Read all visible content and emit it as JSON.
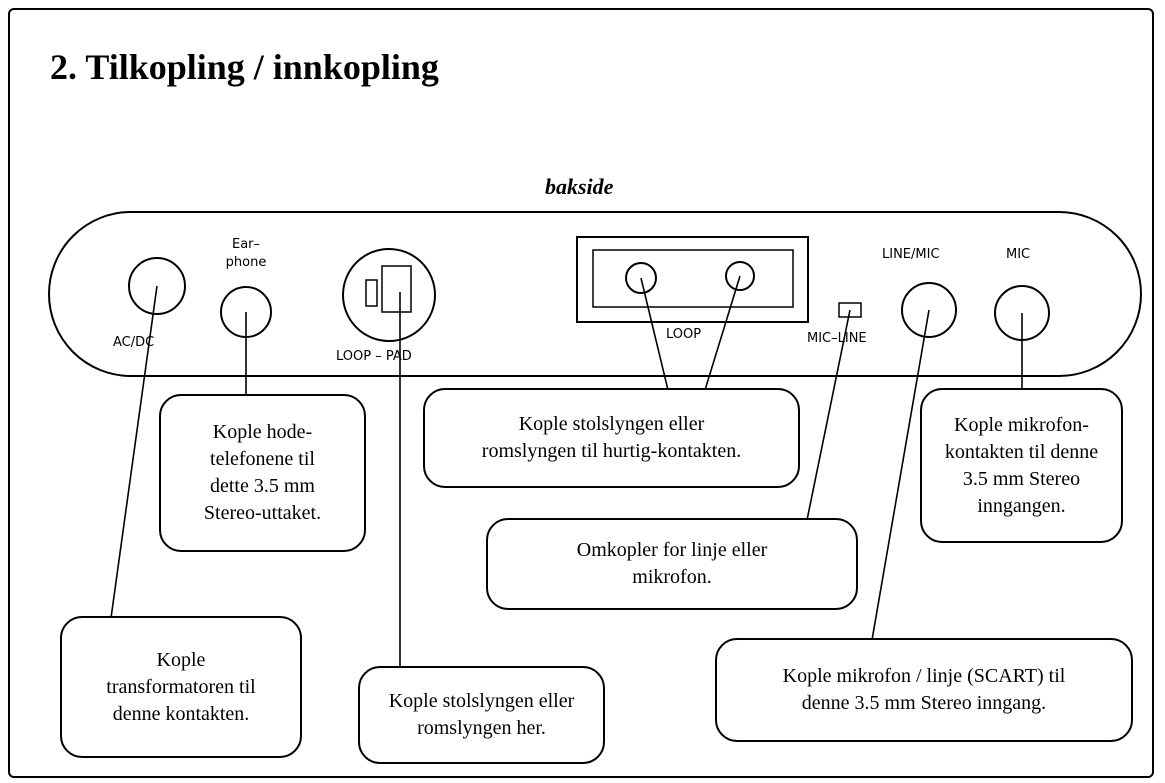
{
  "heading": "2.  Tilkopling / innkopling",
  "subheading": "bakside",
  "panel_labels": {
    "acdc": "AC/DC",
    "earphone": "Ear–\nphone",
    "loop_pad": "LOOP –   PAD",
    "loop": "LOOP",
    "mic_line": "MIC–LINE",
    "line_mic": "LINE/MIC",
    "mic": "MIC"
  },
  "callouts": {
    "earphone": "Kople hode-\ntelefonene til\ndette 3.5 mm\nStereo-uttaket.",
    "loop": "Kople stolslyngen eller\nromslyngen til hurtig-kontakten.",
    "mic_jack": "Kople mikrofon-\nkontakten til denne\n3.5 mm Stereo\ninngangen.",
    "switch": "Omkopler for linje eller\nmikrofon.",
    "power": "Kople\ntransformatoren til\ndenne kontakten.",
    "loop_pad": "Kople stolslyngen eller\nromslyngen her.",
    "line_mic": "Kople mikrofon / linje (SCART) til\ndenne 3.5 mm Stereo inngang."
  }
}
